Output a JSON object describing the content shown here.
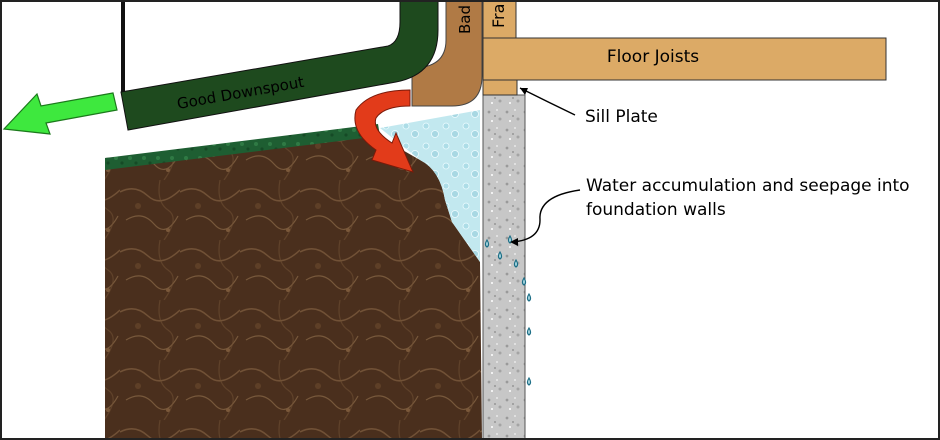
{
  "diagram": {
    "labels": {
      "good_downspout": "Good Downspout",
      "bad_downspout": "Bad",
      "frame": "Fra",
      "floor_joists": "Floor Joists",
      "sill_plate": "Sill Plate",
      "water_line1": "Water accumulation and seepage into",
      "water_line2": "foundation walls"
    },
    "colors": {
      "good_downspout": "#1e4a1e",
      "bad_downspout": "#b07a45",
      "wood": "#dcaa66",
      "soil": "#4a2f1d",
      "grass": "#1e5e32",
      "water": "#bfe7ee",
      "concrete": "#c7c7c7",
      "good_arrow": "#3ee83e",
      "bad_arrow": "#e23b1a",
      "border": "#222222"
    }
  }
}
